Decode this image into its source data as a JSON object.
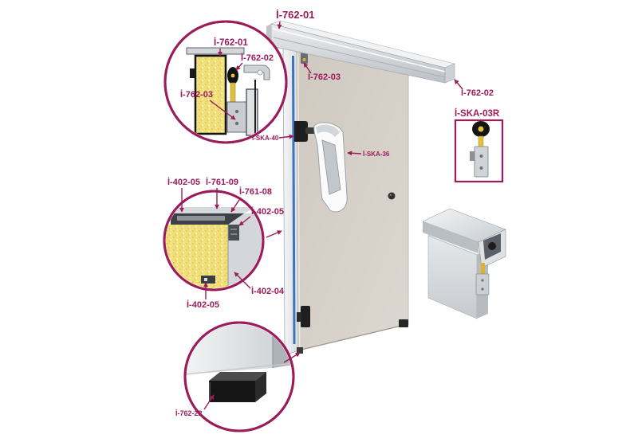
{
  "colors": {
    "accent": "#9b1b5b",
    "gasket": "#3f74ba",
    "foam": "#f1df7c",
    "guide": "#161616"
  },
  "callouts": {
    "rail_top": "İ-762-01",
    "trolley": "İ-762-03",
    "rail_end": "İ-762-02",
    "handle_keeper": "İ-SKA-40",
    "handle": "İ-SKA-36"
  },
  "detail_rail": {
    "rail": "İ-762-01",
    "rail_end": "İ-762-02",
    "trolley": "İ-762-03"
  },
  "detail_roller": {
    "title": "İ-SKA-03R"
  },
  "detail_panel": {
    "top_left": "İ-402-05",
    "cap": "İ-761-09",
    "corner": "İ-761-08",
    "right": "İ-402-05",
    "skin": "İ-402-04",
    "bottom": "İ-402-05"
  },
  "detail_floor_guide": {
    "guide": "İ-762-22"
  }
}
